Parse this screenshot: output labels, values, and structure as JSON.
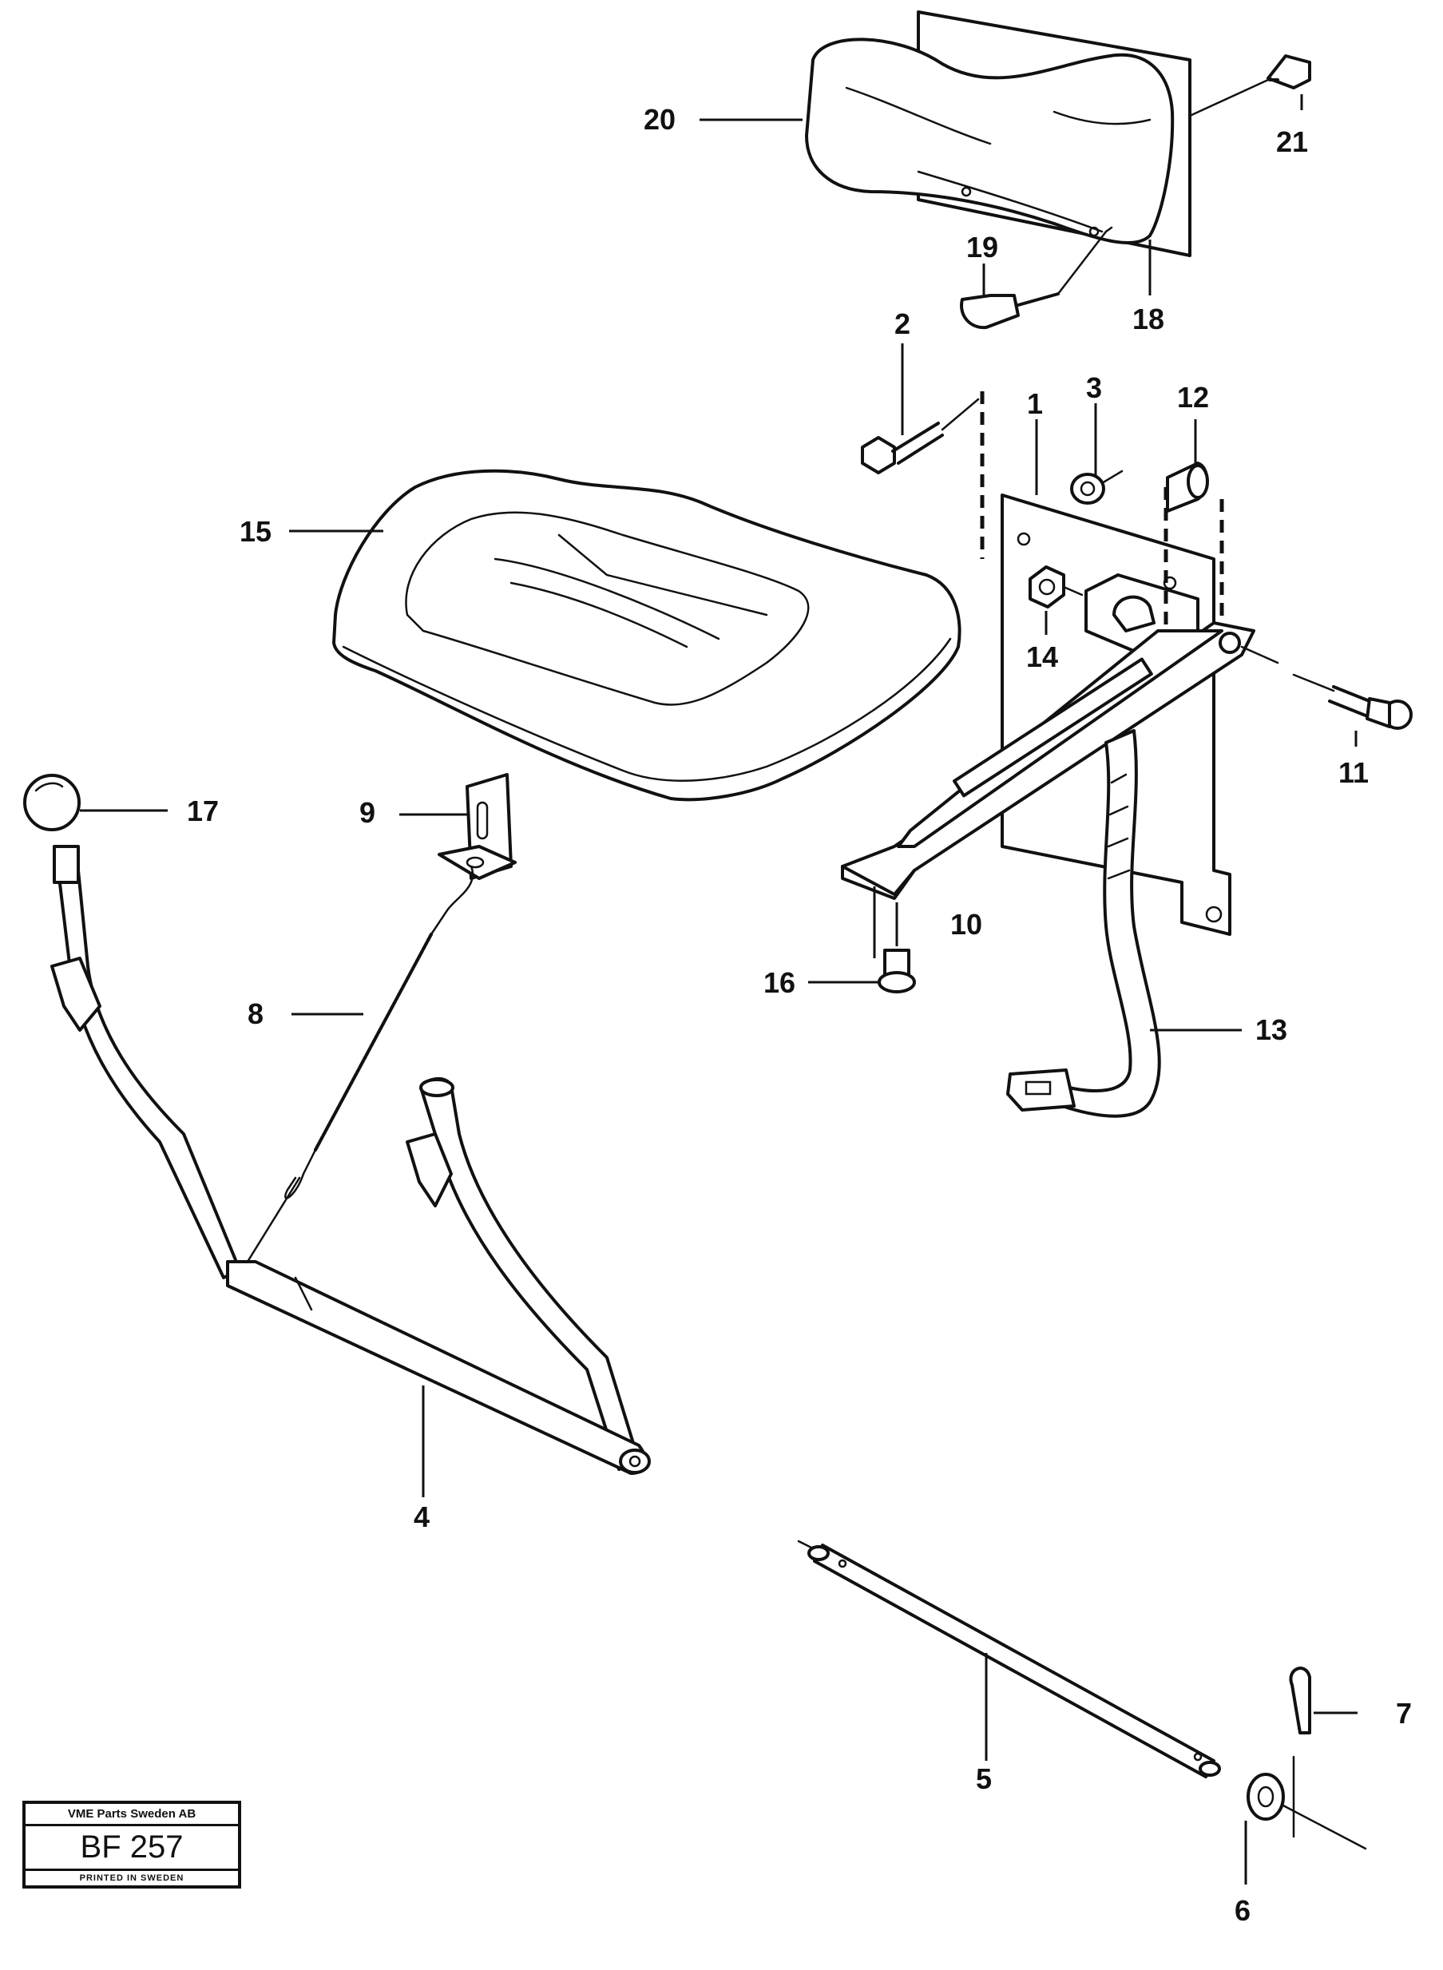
{
  "callouts": {
    "c1": "1",
    "c2": "2",
    "c3": "3",
    "c4": "4",
    "c5": "5",
    "c6": "6",
    "c7": "7",
    "c8": "8",
    "c9": "9",
    "c10": "10",
    "c11": "11",
    "c12": "12",
    "c13": "13",
    "c14": "14",
    "c15": "15",
    "c16": "16",
    "c17": "17",
    "c18": "18",
    "c19": "19",
    "c20": "20",
    "c21": "21"
  },
  "stamp": {
    "company": "VME Parts Sweden AB",
    "code": "BF 257",
    "printed": "PRINTED IN SWEDEN"
  }
}
